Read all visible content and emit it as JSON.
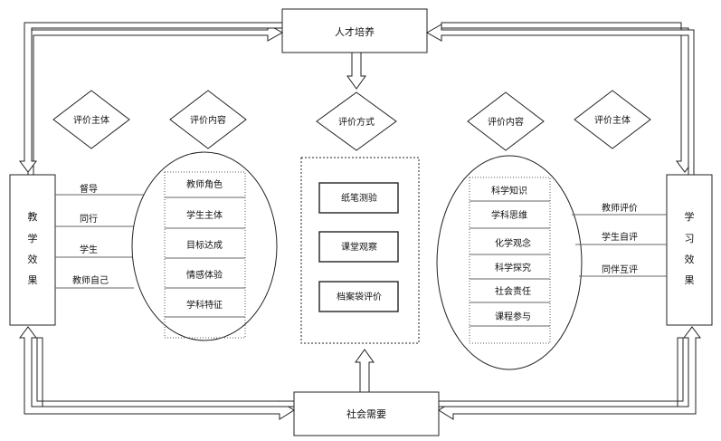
{
  "top_box": "人才培养",
  "bottom_box": "社会需要",
  "left_effect": [
    "教",
    "学",
    "效",
    "果"
  ],
  "right_effect": [
    "学",
    "习",
    "效",
    "果"
  ],
  "diamonds": {
    "left_subject": "评价主体",
    "left_content": "评价内容",
    "method": "评价方式",
    "right_content": "评价内容",
    "right_subject": "评价主体"
  },
  "left_subjects": [
    "督导",
    "同行",
    "学生",
    "教师自己"
  ],
  "left_contents": [
    "教师角色",
    "学生主体",
    "目标达成",
    "情感体验",
    "学科特征"
  ],
  "methods": [
    "纸笔测验",
    "课堂观察",
    "档案袋评价"
  ],
  "right_contents": [
    "科学知识",
    "学科思维",
    "化学观念",
    "科学探究",
    "社会责任",
    "课程参与"
  ],
  "right_subjects": [
    "教师评价",
    "学生自评",
    "同伴互评"
  ]
}
